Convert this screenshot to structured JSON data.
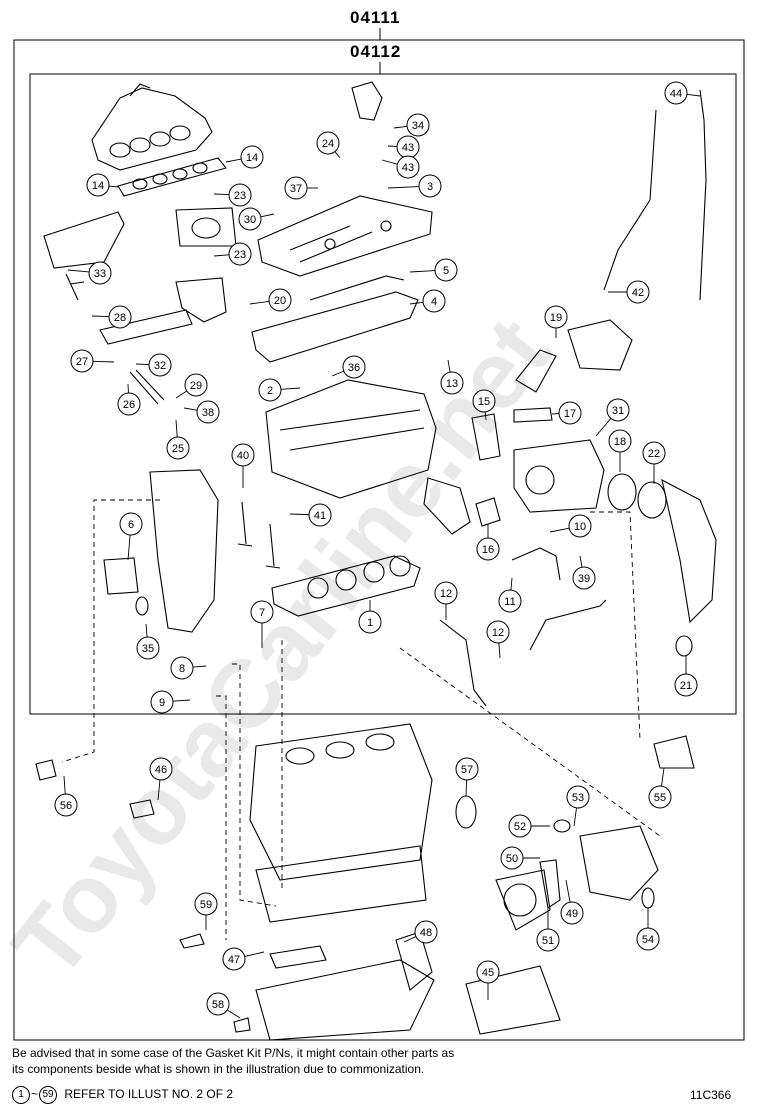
{
  "kit_outer_code": "04111",
  "kit_inner_code": "04112",
  "watermark": "ToyotaCarline.net",
  "callouts": [
    "1",
    "2",
    "3",
    "4",
    "5",
    "6",
    "7",
    "8",
    "9",
    "10",
    "11",
    "12",
    "12",
    "13",
    "14",
    "14",
    "15",
    "16",
    "17",
    "18",
    "19",
    "20",
    "21",
    "22",
    "23",
    "23",
    "24",
    "25",
    "26",
    "27",
    "28",
    "29",
    "30",
    "31",
    "32",
    "33",
    "34",
    "35",
    "36",
    "37",
    "38",
    "39",
    "40",
    "41",
    "42",
    "43",
    "43",
    "44",
    "45",
    "46",
    "47",
    "48",
    "49",
    "50",
    "51",
    "52",
    "53",
    "54",
    "55",
    "56",
    "57",
    "58",
    "59"
  ],
  "note_line1": "Be advised that in some case of the Gasket Kit P/Ns,  it might contain other parts as",
  "note_line2": "its components beside what is shown in the illustration due to commonization.",
  "range_start": "1",
  "range_sep": "~",
  "range_end": "59",
  "refer_text": "REFER TO ILLUST NO. 2 OF 2",
  "figure_code": "11C366",
  "colors": {
    "line": "#000000",
    "background": "#ffffff",
    "watermark": "#e6e6e6"
  }
}
